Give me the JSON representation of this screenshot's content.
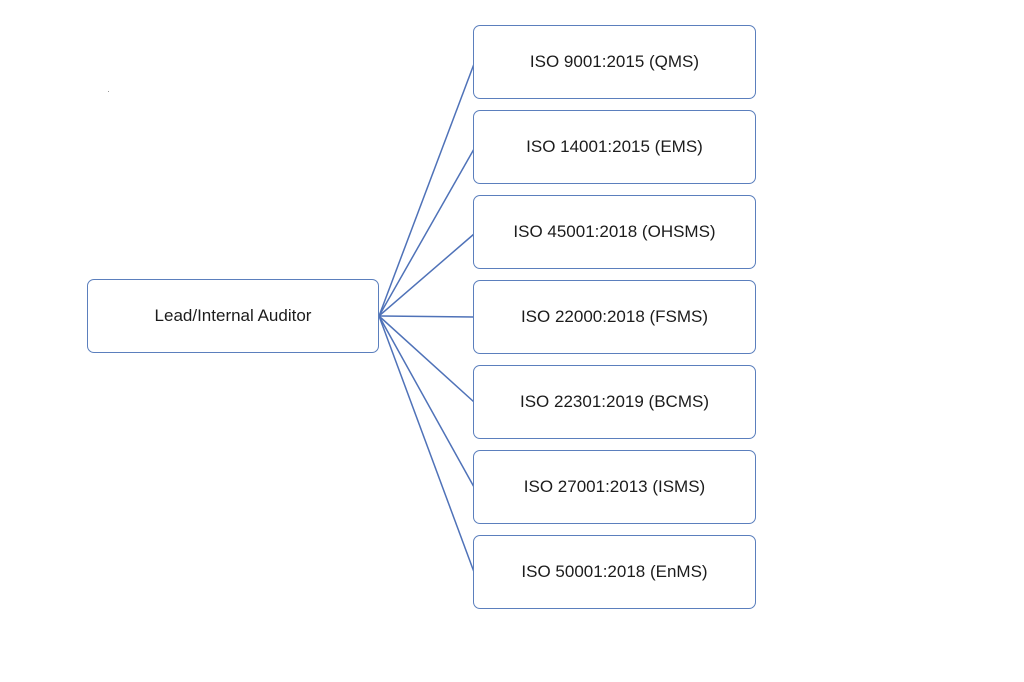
{
  "diagram": {
    "root": {
      "label": "Lead/Internal Auditor"
    },
    "standards": [
      {
        "label": "ISO 9001:2015 (QMS)"
      },
      {
        "label": "ISO 14001:2015 (EMS)"
      },
      {
        "label": "ISO 45001:2018 (OHSMS)"
      },
      {
        "label": "ISO 22000:2018 (FSMS)"
      },
      {
        "label": "ISO 22301:2019 (BCMS)"
      },
      {
        "label": "ISO 27001:2013 (ISMS)"
      },
      {
        "label": "ISO 50001:2018 (EnMS)"
      }
    ],
    "colors": {
      "connector": "#4f72b8",
      "box_border": "#5b7fbd",
      "text": "#1c1c1c",
      "background": "#ffffff"
    }
  }
}
